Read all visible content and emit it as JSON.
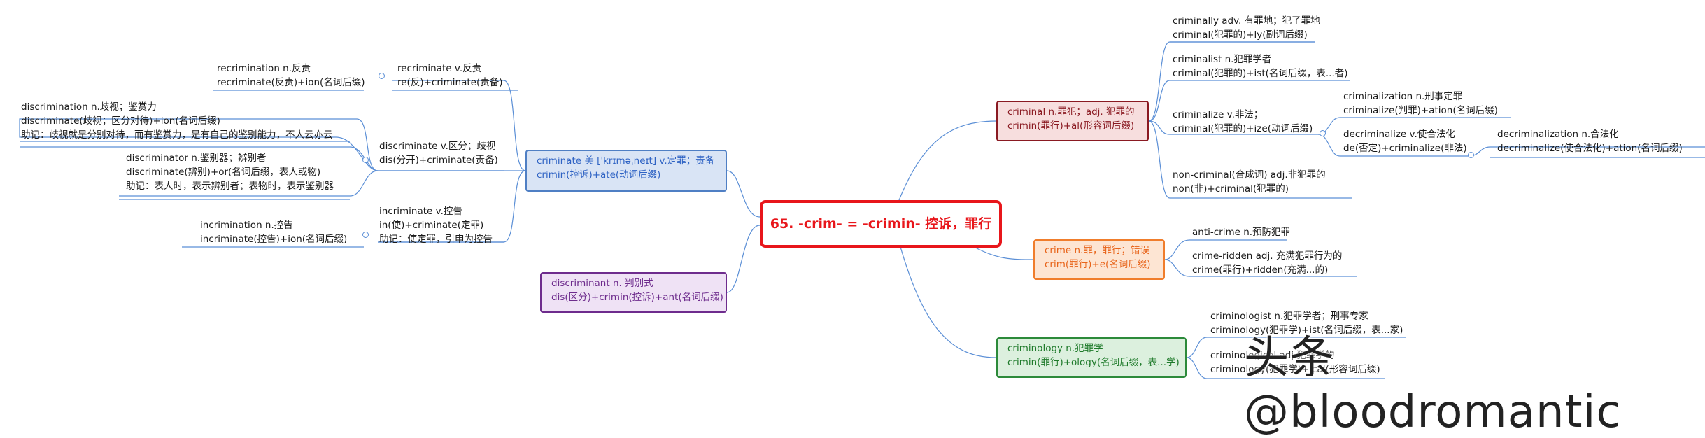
{
  "root": {
    "label": "65. -crim- = -crimin- 控诉，罪行"
  },
  "left": {
    "criminate": {
      "line1": "criminate 美  [ˈkrɪməˌneɪt] v.定罪；责备",
      "line2": "crimin(控诉)+ate(动词后缀)"
    },
    "discriminant": {
      "line1": "discriminant n. 判别式",
      "line2": "dis(区分)+crimin(控诉)+ant(名词后缀)"
    },
    "recriminate": {
      "line1": "recriminate v.反责",
      "line2": "re(反)+criminate(责备)"
    },
    "recrimination": {
      "line1": "recrimination n.反责",
      "line2": "recriminate(反责)+ion(名词后缀)"
    },
    "discriminate": {
      "line1": "discriminate v.区分；歧视",
      "line2": "dis(分开)+criminate(责备)"
    },
    "discrimination": {
      "line1": "discrimination n.歧视；鉴赏力",
      "line2": "discriminate(歧视；区分对待)+ion(名词后缀)",
      "line3": "助记：歧视就是分别对待，而有鉴赏力，是有自己的鉴别能力，不人云亦云"
    },
    "discriminator": {
      "line1": "discriminator n.鉴别器；辨别者",
      "line2": "discriminate(辨别)+or(名词后缀，表人或物)",
      "line3": "助记：表人时，表示辨别者；表物时，表示鉴别器"
    },
    "incriminate": {
      "line1": "incriminate v.控告",
      "line2": "in(使)+criminate(定罪)",
      "line3": "助记：使定罪，引申为控告"
    },
    "incrimination": {
      "line1": "incrimination n.控告",
      "line2": "incriminate(控告)+ion(名词后缀)"
    }
  },
  "right": {
    "criminal": {
      "line1": "criminal n.罪犯；adj. 犯罪的",
      "line2": "crimin(罪行)+al(形容词后缀)"
    },
    "criminally": {
      "line1": "criminally adv. 有罪地；犯了罪地",
      "line2": "criminal(犯罪的)+ly(副词后缀)"
    },
    "criminalist": {
      "line1": "criminalist  n.犯罪学者",
      "line2": "criminal(犯罪的)+ist(名词后缀，表...者)"
    },
    "criminalize": {
      "line1": "criminalize v.非法；",
      "line2": "criminal(犯罪的)+ize(动词后缀)"
    },
    "criminalization": {
      "line1": "criminalization n.刑事定罪",
      "line2": "criminalize(判罪)+ation(名词后缀)"
    },
    "decriminalize": {
      "line1": "decriminalize v.使合法化",
      "line2": "de(否定)+criminalize(非法)"
    },
    "decriminalization": {
      "line1": "decriminalization n.合法化",
      "line2": "decriminalize(使合法化)+ation(名词后缀)"
    },
    "noncriminal": {
      "line1": "non-criminal(合成词) adj.非犯罪的",
      "line2": "non(非)+criminal(犯罪的)"
    },
    "crime": {
      "line1": "crime n.罪，罪行；错误",
      "line2": "crim(罪行)+e(名词后缀)"
    },
    "anticrime": {
      "line1": "anti-crime n.预防犯罪"
    },
    "crimeridden": {
      "line1": "crime-ridden adj. 充满犯罪行为的",
      "line2": "crime(罪行)+ridden(充满...的)"
    },
    "criminology": {
      "line1": "criminology n.犯罪学",
      "line2": "crimin(罪行)+ology(名词后缀，表...学)"
    },
    "criminologist": {
      "line1": "criminologist n.犯罪学者；刑事专家",
      "line2": "criminology(犯罪学)+ist(名词后缀，表...家)"
    },
    "criminological": {
      "line1": "criminological adj.犯罪学的",
      "line2": "criminology(犯罪学)+ical(形容词后缀)"
    }
  },
  "watermark": {
    "text": "头条 @bloodromantic"
  }
}
